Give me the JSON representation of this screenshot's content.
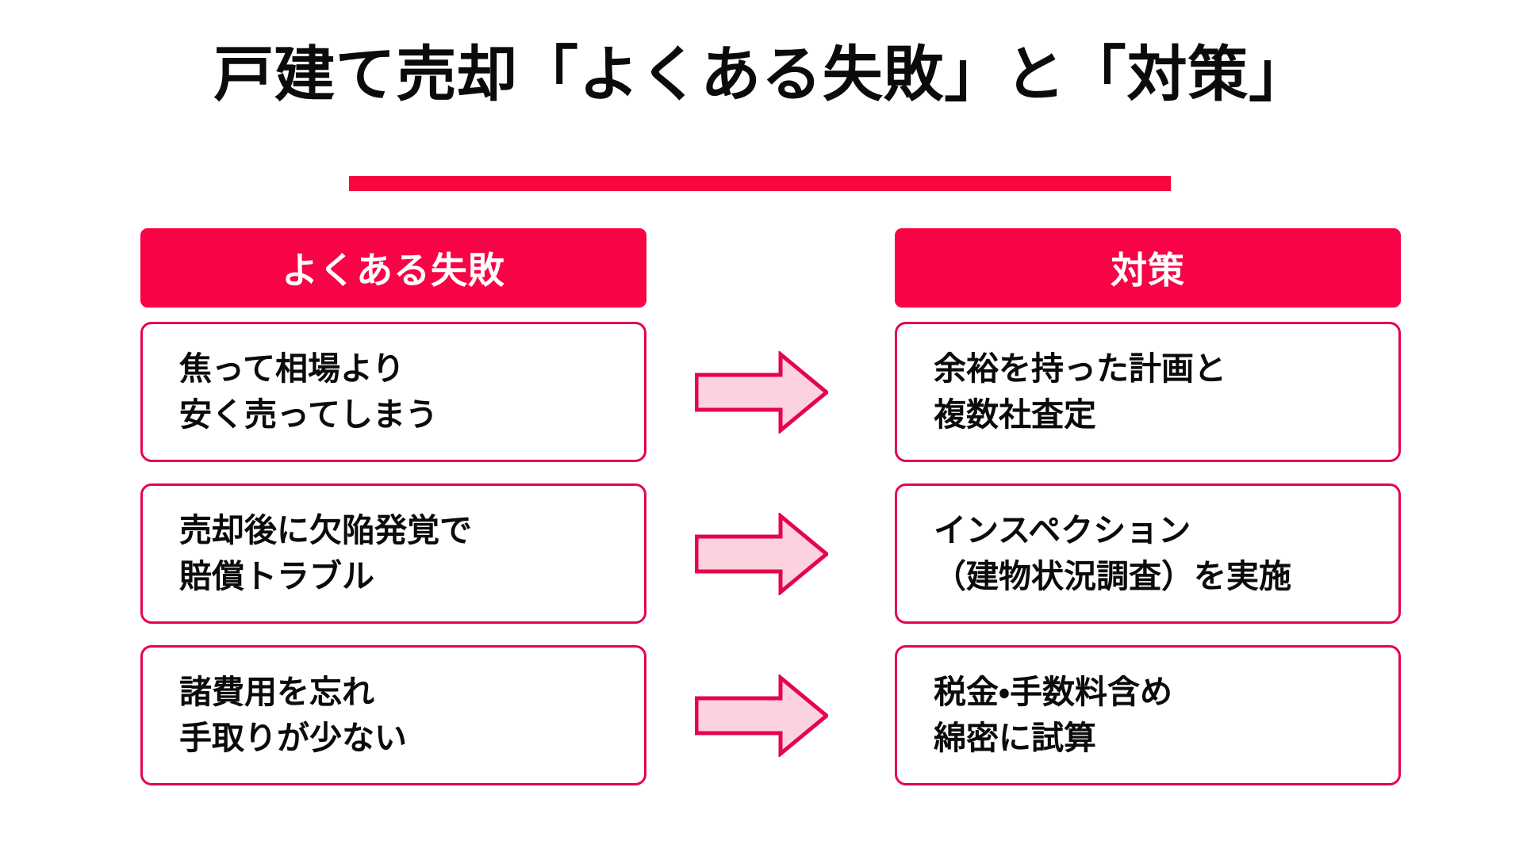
{
  "slide": {
    "title": "戸建て売却「よくある失敗」と「対策」",
    "accent_color": "#f80345",
    "underline_color": "#f8073f",
    "card_border_color": "#e4054e",
    "arrow_fill_color": "#fbd2de",
    "arrow_stroke_color": "#e4054e",
    "background_color": "#ffffff",
    "text_color": "#0b0b0b",
    "header_text_color": "#ffffff"
  },
  "columns": {
    "left": {
      "header": "よくある失敗",
      "cards": [
        {
          "line1": "焦って相場より",
          "line2": "安く売ってしまう"
        },
        {
          "line1": "売却後に欠陥発覚で",
          "line2": "賠償トラブル"
        },
        {
          "line1": "諸費用を忘れ",
          "line2": "手取りが少ない"
        }
      ]
    },
    "right": {
      "header": "対策",
      "cards": [
        {
          "line1": "余裕を持った計画と",
          "line2": "複数社査定"
        },
        {
          "line1": "インスペクション",
          "line2": "（建物状況調査）を実施"
        },
        {
          "line1": "税金・手数料含め",
          "line2": "綿密に試算"
        }
      ]
    }
  },
  "arrows": [
    {
      "name": "arrow-right-icon-row-1"
    },
    {
      "name": "arrow-right-icon-row-2"
    },
    {
      "name": "arrow-right-icon-row-3"
    }
  ]
}
